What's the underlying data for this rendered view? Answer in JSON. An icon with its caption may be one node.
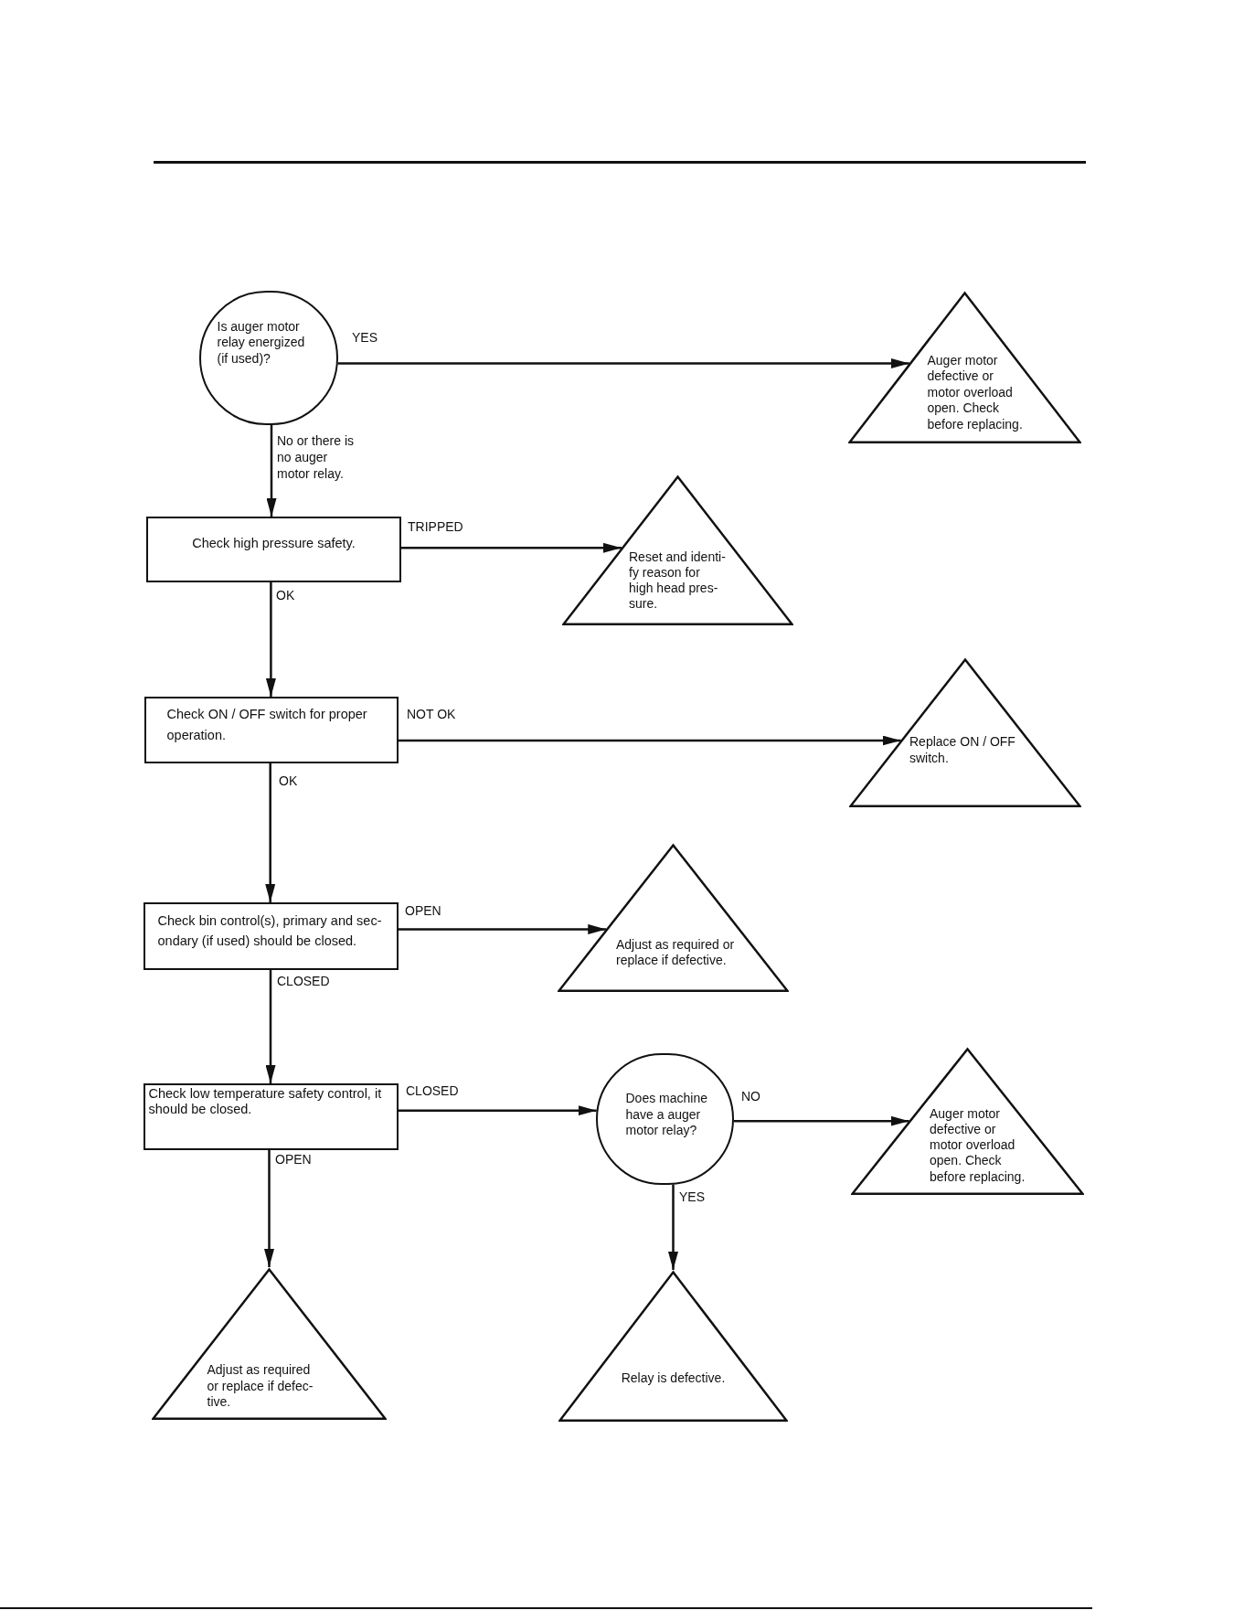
{
  "diagram": {
    "nodes": [
      {
        "text": [
          "Is auger motor relay energized (if used)?"
        ]
      },
      {
        "text": [
          "Auger motor defective or motor overload open. Check before replacing."
        ]
      },
      {
        "text": [
          "Check high pressure safety."
        ]
      },
      {
        "text": [
          "Reset and identi- fy reason for high head pres- sure."
        ]
      },
      {
        "text": [
          "Check ON / OFF switch for proper operation."
        ]
      },
      {
        "text": [
          "Replace ON / OFF switch."
        ]
      },
      {
        "text": [
          "Check bin control(s), primary and sec- ondary (if used) should be closed."
        ]
      },
      {
        "text": [
          "Adjust as required or replace if defective."
        ]
      },
      {
        "text": [
          "Check low temperature safety control, it should be closed."
        ]
      },
      {
        "text": [
          "Does machine have a auger motor relay?"
        ]
      },
      {
        "text": [
          "Auger motor defective or motor overload open. Check before replacing."
        ]
      },
      {
        "text": [
          "Adjust as required or replace if defec- tive."
        ]
      },
      {
        "text": [
          "Relay is defective."
        ]
      }
    ],
    "edges": [
      {
        "from": 0,
        "to": 1,
        "arrow": "to",
        "label": "YES"
      },
      {
        "from": 0,
        "to": 2,
        "arrow": "to",
        "label": "No or there is no auger motor relay."
      },
      {
        "from": 2,
        "to": 3,
        "arrow": "to",
        "label": "TRIPPED"
      },
      {
        "from": 2,
        "to": 4,
        "arrow": "to",
        "label": "OK"
      },
      {
        "from": 4,
        "to": 5,
        "arrow": "to",
        "label": "NOT OK"
      },
      {
        "from": 4,
        "to": 6,
        "arrow": "to",
        "label": "OK"
      },
      {
        "from": 6,
        "to": 7,
        "arrow": "to",
        "label": "OPEN"
      },
      {
        "from": 6,
        "to": 8,
        "arrow": "to",
        "label": "CLOSED"
      },
      {
        "from": 8,
        "to": 9,
        "arrow": "to",
        "label": "CLOSED"
      },
      {
        "from": 9,
        "to": 10,
        "arrow": "to",
        "label": "NO"
      },
      {
        "from": 9,
        "to": 12,
        "arrow": "to",
        "label": "YES"
      },
      {
        "from": 8,
        "to": 11,
        "arrow": "to",
        "label": "OPEN"
      }
    ]
  }
}
